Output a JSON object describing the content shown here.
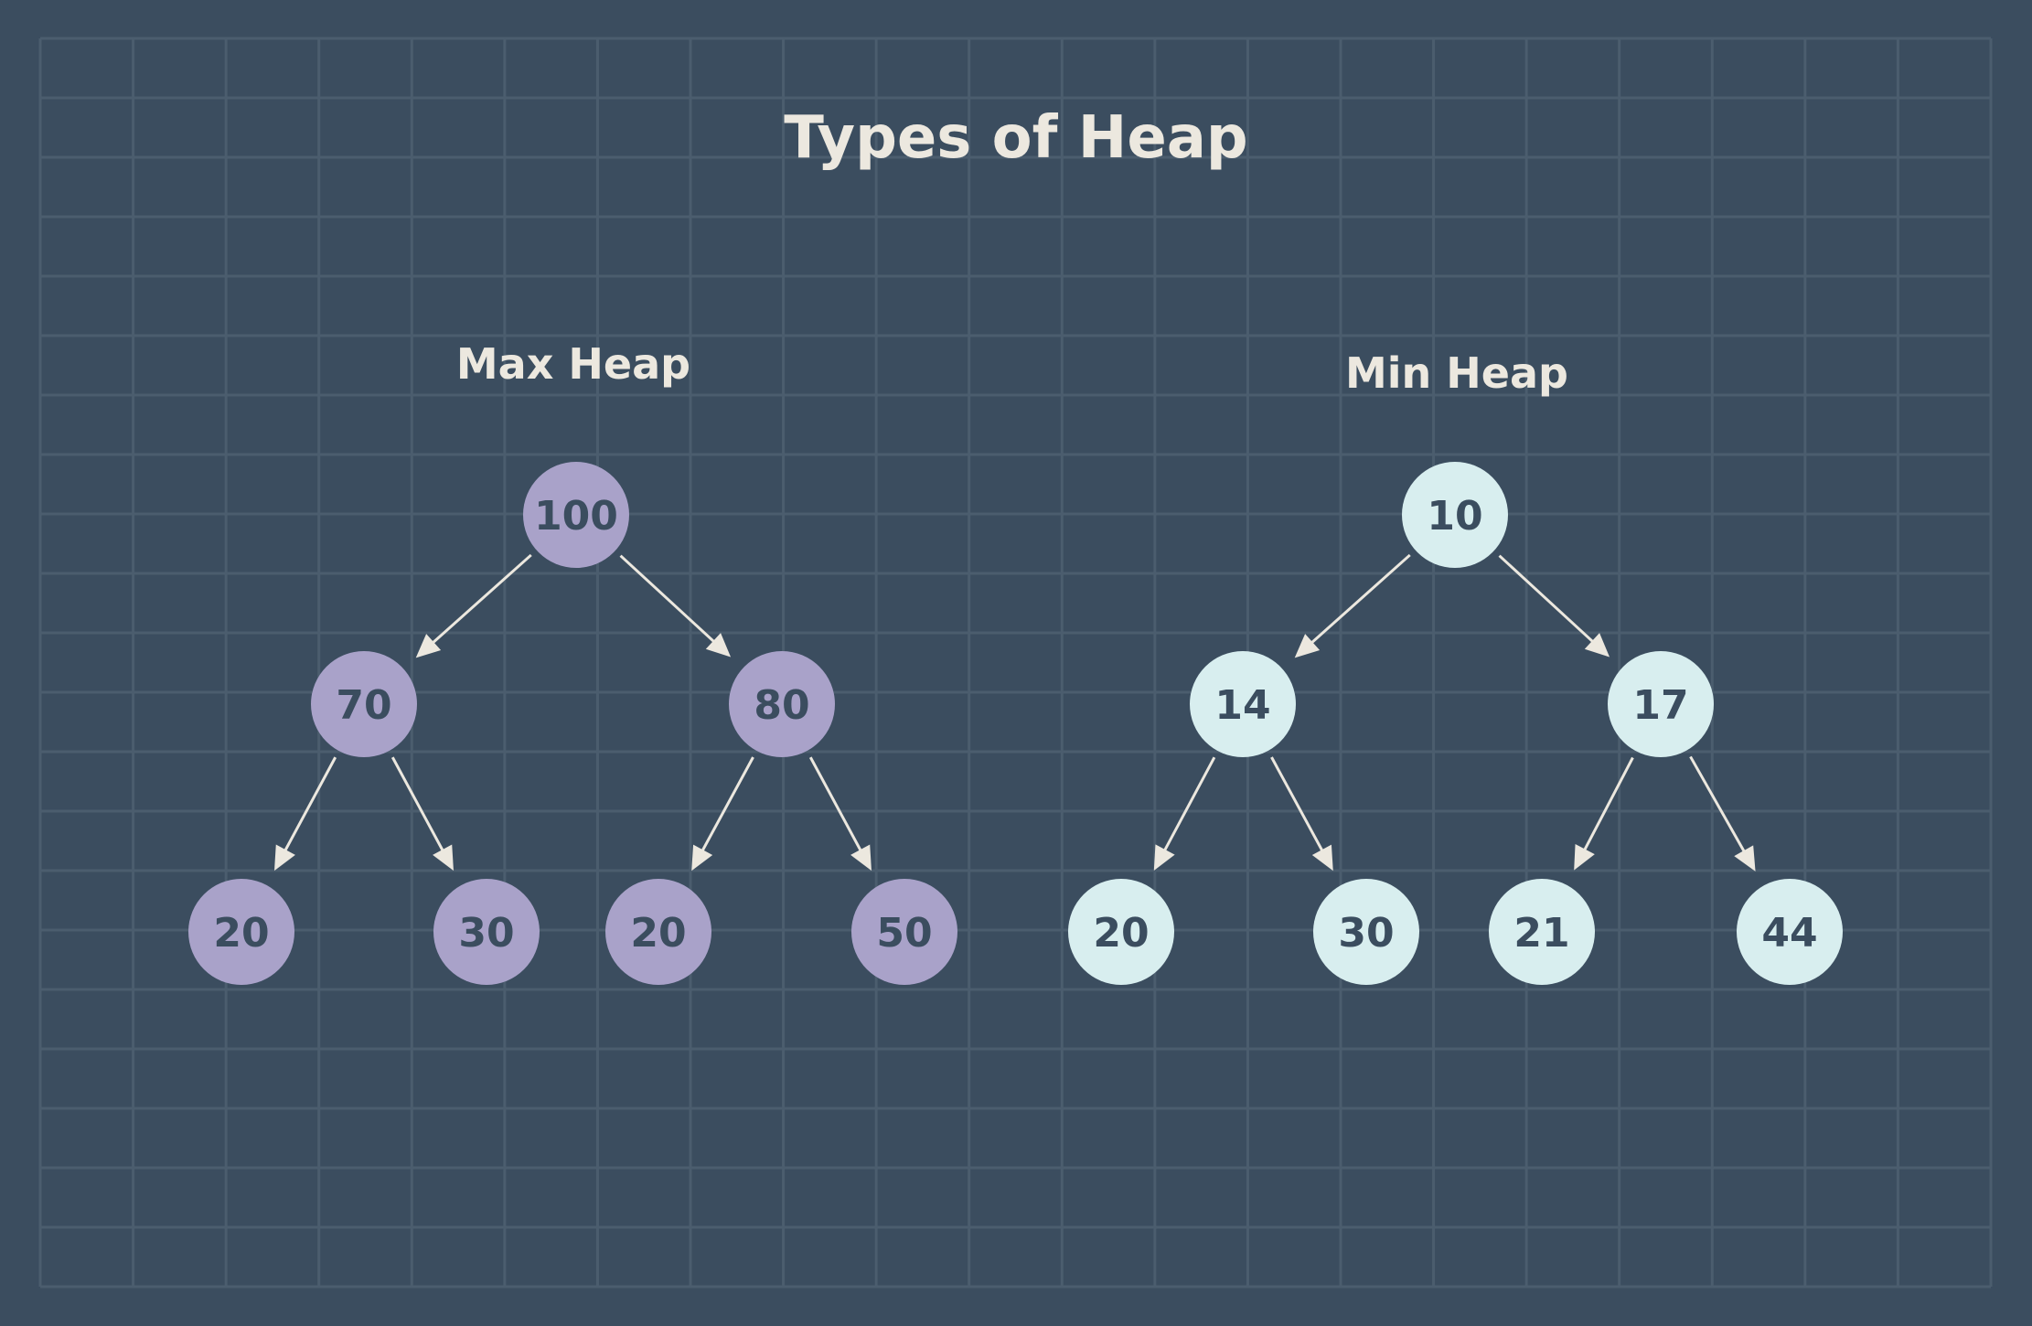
{
  "title": "Types of Heap",
  "colors": {
    "background": "#3b4d5f",
    "grid": "#4b5d6e",
    "text": "#ece8df",
    "max_heap_node": "#a9a2c9",
    "min_heap_node": "#d8eeef",
    "node_text": "#3b4d5f"
  },
  "heaps": [
    {
      "label": "Max Heap",
      "root": {
        "value": "100",
        "children": [
          {
            "value": "70",
            "children": [
              {
                "value": "20"
              },
              {
                "value": "30"
              }
            ]
          },
          {
            "value": "80",
            "children": [
              {
                "value": "20"
              },
              {
                "value": "50"
              }
            ]
          }
        ]
      }
    },
    {
      "label": "Min Heap",
      "root": {
        "value": "10",
        "children": [
          {
            "value": "14",
            "children": [
              {
                "value": "20"
              },
              {
                "value": "30"
              }
            ]
          },
          {
            "value": "17",
            "children": [
              {
                "value": "21"
              },
              {
                "value": "44"
              }
            ]
          }
        ]
      }
    }
  ]
}
